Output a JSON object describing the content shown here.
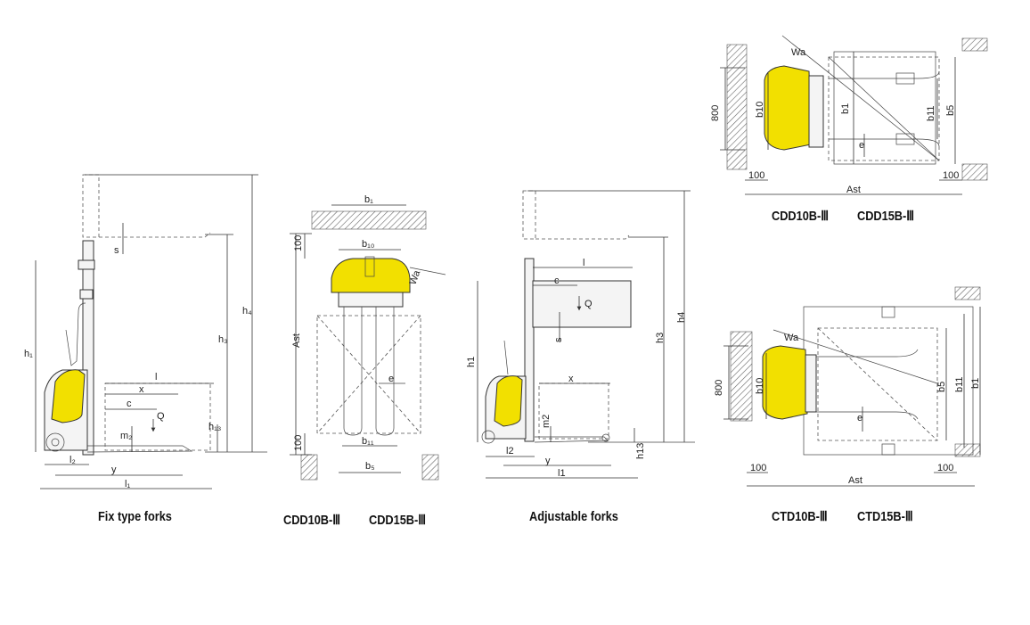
{
  "captions": {
    "fix": "Fix type forks",
    "cdd_side_a": "CDD10B-Ⅲ",
    "cdd_side_b": "CDD15B-Ⅲ",
    "adjustable": "Adjustable forks",
    "cdd_top_a": "CDD10B-Ⅲ",
    "cdd_top_b": "CDD15B-Ⅲ",
    "ctd_a": "CTD10B-Ⅲ",
    "ctd_b": "CTD15B-Ⅲ"
  },
  "fix_labels": {
    "h1": "h₁",
    "h3": "h₃",
    "h4": "h₄",
    "h13": "h₁₃",
    "s": "s",
    "l": "l",
    "x": "x",
    "c": "c",
    "Q": "Q",
    "m2": "m₂",
    "l2": "l₂",
    "y": "y",
    "l1": "l₁"
  },
  "front_labels": {
    "b1": "b₁",
    "b10": "b₁₀",
    "n100_top": "100",
    "Wa": "Wa",
    "Ast": "Ast",
    "e": "e",
    "b11": "b₁₁",
    "n100_bottom": "100",
    "b5": "b₅"
  },
  "adj_labels": {
    "h1": "h1",
    "h3": "h3",
    "h4": "h4",
    "l": "l",
    "c": "c",
    "Q": "Q",
    "s": "s",
    "x": "x",
    "m2": "m2",
    "l2": "l2",
    "y": "y",
    "l1": "l1",
    "h13": "h13"
  },
  "cdd_top_labels": {
    "Wa": "Wa",
    "n800": "800",
    "b10": "b10",
    "b1": "b1",
    "b11": "b11",
    "b5": "b5",
    "e": "e",
    "n100_left": "100",
    "n100_right": "100",
    "Ast": "Ast"
  },
  "ctd_labels": {
    "Wa": "Wa",
    "n800": "800",
    "b10": "b10",
    "b5": "b5",
    "b11": "b11",
    "b1": "b1",
    "e": "e",
    "n100_left": "100",
    "n100_right": "100",
    "Ast": "Ast"
  },
  "colors": {
    "body_yellow": "#f2e000",
    "line": "#333333"
  }
}
